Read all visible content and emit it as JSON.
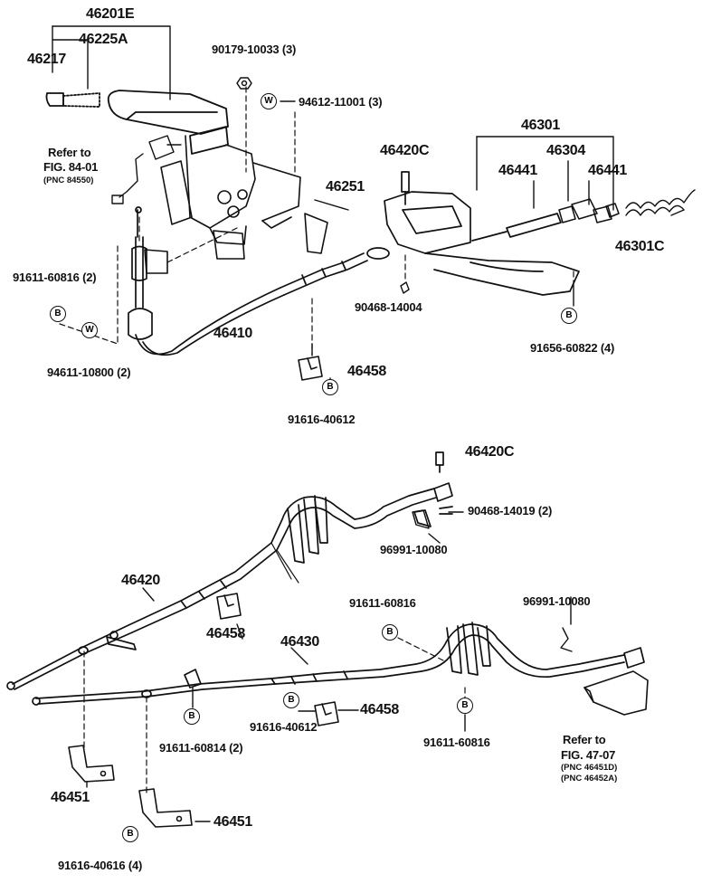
{
  "parts": {
    "p46201E": "46201E",
    "p46225A": "46225A",
    "p46217": "46217",
    "p90179": "90179-10033 (3)",
    "p94612": "94612-11001 (3)",
    "p46301": "46301",
    "p46420C_top": "46420C",
    "p46304": "46304",
    "p46441_a": "46441",
    "p46441_b": "46441",
    "p46251": "46251",
    "p46301C": "46301C",
    "p91611_60816_top": "91611-60816 (2)",
    "p90468_14004": "90468-14004",
    "p46410": "46410",
    "p91656": "91656-60822 (4)",
    "p94611": "94611-10800 (2)",
    "p46458_top": "46458",
    "p91616_40612_top": "91616-40612",
    "p46420C_mid": "46420C",
    "p90468_14019": "90468-14019 (2)",
    "p96991_a": "96991-10080",
    "p46420": "46420",
    "p91611_60816_mid": "91611-60816",
    "p96991_b": "96991-10080",
    "p46458_mid": "46458",
    "p46430": "46430",
    "p46458_low": "46458",
    "p91616_40612_low": "91616-40612",
    "p91611_60814": "91611-60814 (2)",
    "p91611_60816_low": "91611-60816",
    "p46451_a": "46451",
    "p46451_b": "46451",
    "p91616_40616": "91616-40616 (4)"
  },
  "refs": {
    "ref1_line1": "Refer to",
    "ref1_line2": "FIG. 84-01",
    "ref1_line3": "(PNC  84550)",
    "ref2_line1": "Refer to",
    "ref2_line2": "FIG. 47-07",
    "ref2_line3": "(PNC 46451D)",
    "ref2_line4": "(PNC 46452A)"
  },
  "badges": {
    "bolt": "B",
    "washer": "W"
  }
}
